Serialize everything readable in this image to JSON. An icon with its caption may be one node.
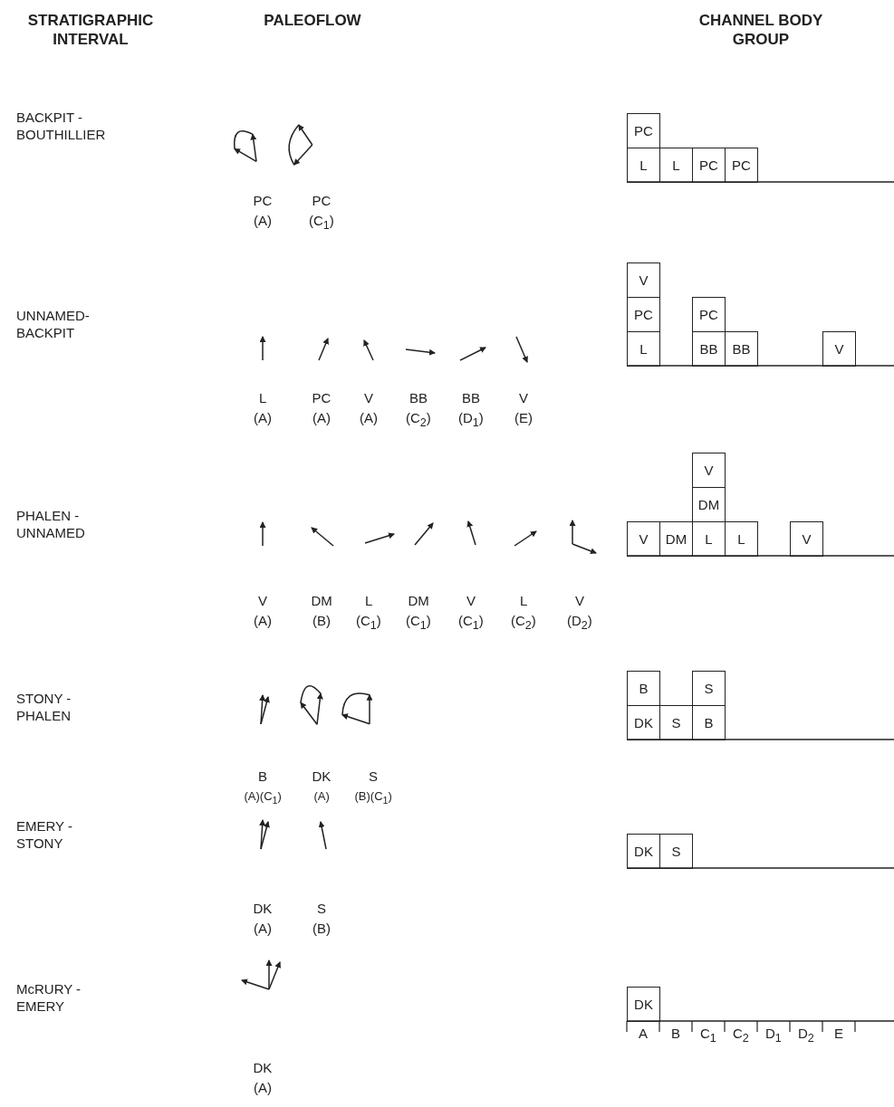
{
  "diagram": {
    "nodes": [
      {
        "text": [
          "PC"
        ]
      },
      {
        "text": [
          "L"
        ]
      },
      {
        "text": [
          "L"
        ]
      },
      {
        "text": [
          "PC"
        ]
      },
      {
        "text": [
          "PC"
        ]
      },
      {
        "text": [
          "V"
        ]
      },
      {
        "text": [
          "PC"
        ]
      },
      {
        "text": [
          "PC"
        ]
      },
      {
        "text": [
          "L"
        ]
      },
      {
        "text": [
          "BB"
        ]
      },
      {
        "text": [
          "BB"
        ]
      },
      {
        "text": [
          "V"
        ]
      },
      {
        "text": [
          "V"
        ]
      },
      {
        "text": [
          "DM"
        ]
      },
      {
        "text": [
          "V"
        ]
      },
      {
        "text": [
          "DM"
        ]
      },
      {
        "text": [
          "L"
        ]
      },
      {
        "text": [
          "L"
        ]
      },
      {
        "text": [
          "V"
        ]
      },
      {
        "text": [
          "B"
        ]
      },
      {
        "text": [
          "S"
        ]
      },
      {
        "text": [
          "DK"
        ]
      },
      {
        "text": [
          "S"
        ]
      },
      {
        "text": [
          "B"
        ]
      },
      {
        "text": [
          "DK"
        ]
      },
      {
        "text": [
          "S"
        ]
      },
      {
        "text": [
          "DK"
        ]
      }
    ],
    "labels": [
      "STRATIGRAPHIC INTERVAL",
      "PALEOFLOW",
      "CHANNEL BODY GROUP",
      "BACKPIT - BOUTHILLIER",
      "PC",
      "PC",
      "(A)",
      "(C$_{1}$)",
      "UNNAMED- BACKPIT",
      "L",
      "PC",
      "V",
      "BB",
      "BB",
      "V",
      "(A)",
      "(A)",
      "(A)",
      "(C$_{2}$)",
      "(D$_{1}$)",
      "(E)",
      "PHALEN - UNNAMED",
      "V",
      "DM",
      "L",
      "DM",
      "V",
      "L",
      "V",
      "(A)",
      "(B)",
      "(C$_{1}$)",
      "(C$_{1}$)",
      "(C$_{1}$)",
      "(C$_{2}$)",
      "(D$_{2}$)",
      "STONY - PHALEN",
      "B",
      "DK",
      "S",
      "(A)(C$_{1}$)",
      "(A)",
      "(B)(C$_{1}$)",
      "EMERY - STONY",
      "DK",
      "S",
      "(A)",
      "(B)",
      "McRURY - EMERY",
      "DK",
      "(A)",
      "A",
      "B",
      "C$_{1}$",
      "C$_{2}$",
      "D$_{1}$",
      "D$_{2}$",
      "E"
    ]
  }
}
